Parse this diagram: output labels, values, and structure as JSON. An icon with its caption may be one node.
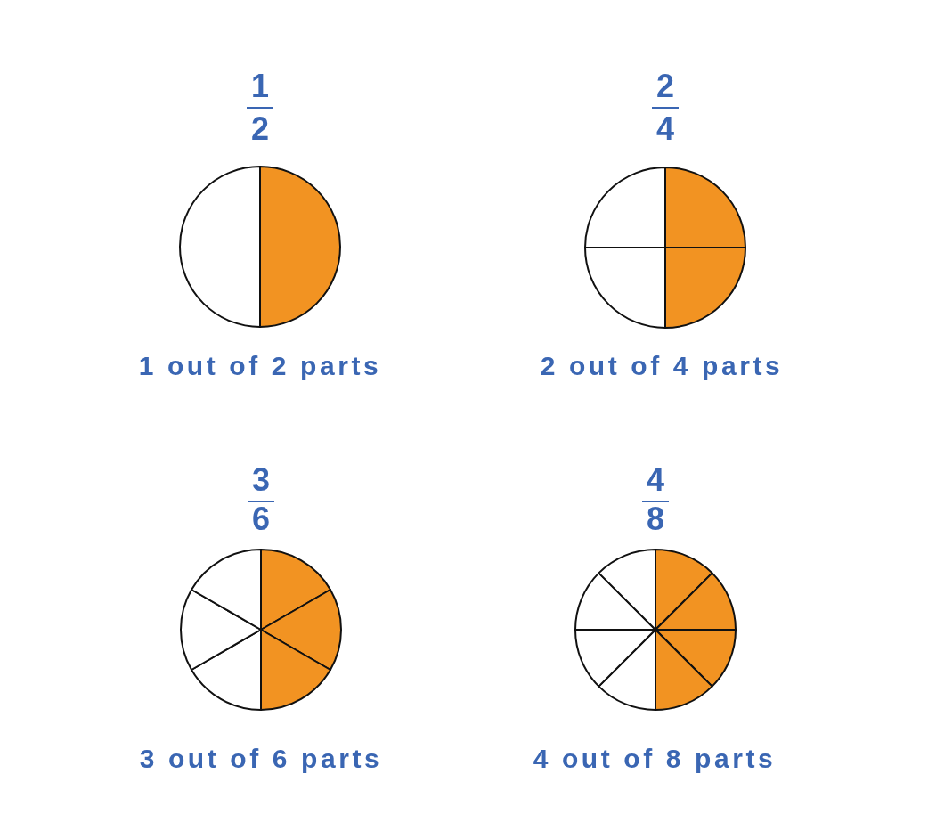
{
  "diagram": {
    "nodes": [
      {
        "text": [
          "1",
          "2"
        ],
        "beside": [
          "1 out of 2 parts"
        ]
      },
      {
        "text": [
          "2",
          "4"
        ],
        "beside": [
          "2 out of 4 parts"
        ]
      },
      {
        "text": [
          "3",
          "6"
        ],
        "beside": [
          "3 out of 6 parts"
        ]
      },
      {
        "text": [
          "4",
          "8"
        ],
        "beside": [
          "4 out of 8 parts"
        ]
      }
    ]
  }
}
